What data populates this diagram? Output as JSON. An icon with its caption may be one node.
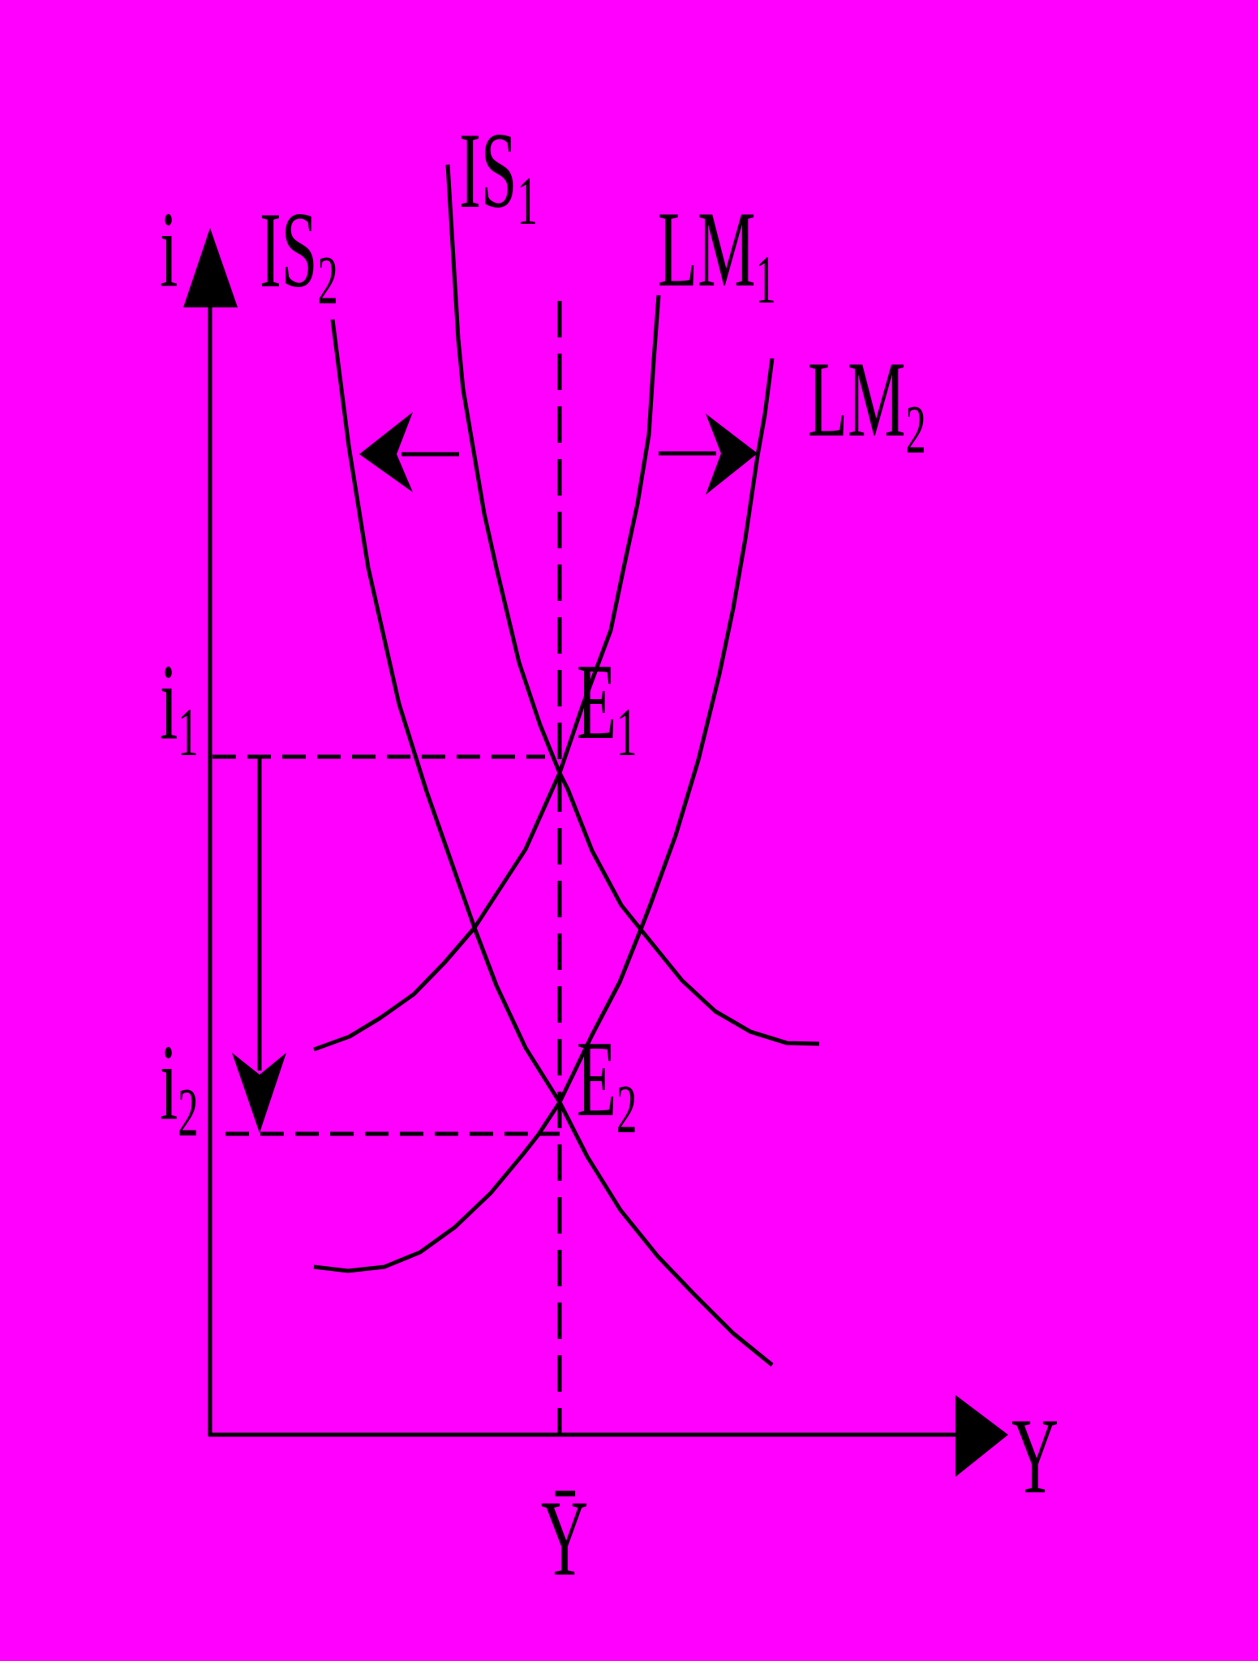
{
  "diagram": {
    "labels": [
      "IS$_{1}$",
      "i",
      "IS$_{2}$",
      "LM$_{1}$",
      "LM$_{2}$",
      "i$_{1}$",
      "E$_{1}$",
      "i$_{2}$",
      "E$_{2}$",
      "Y",
      "Ȳ"
    ]
  }
}
